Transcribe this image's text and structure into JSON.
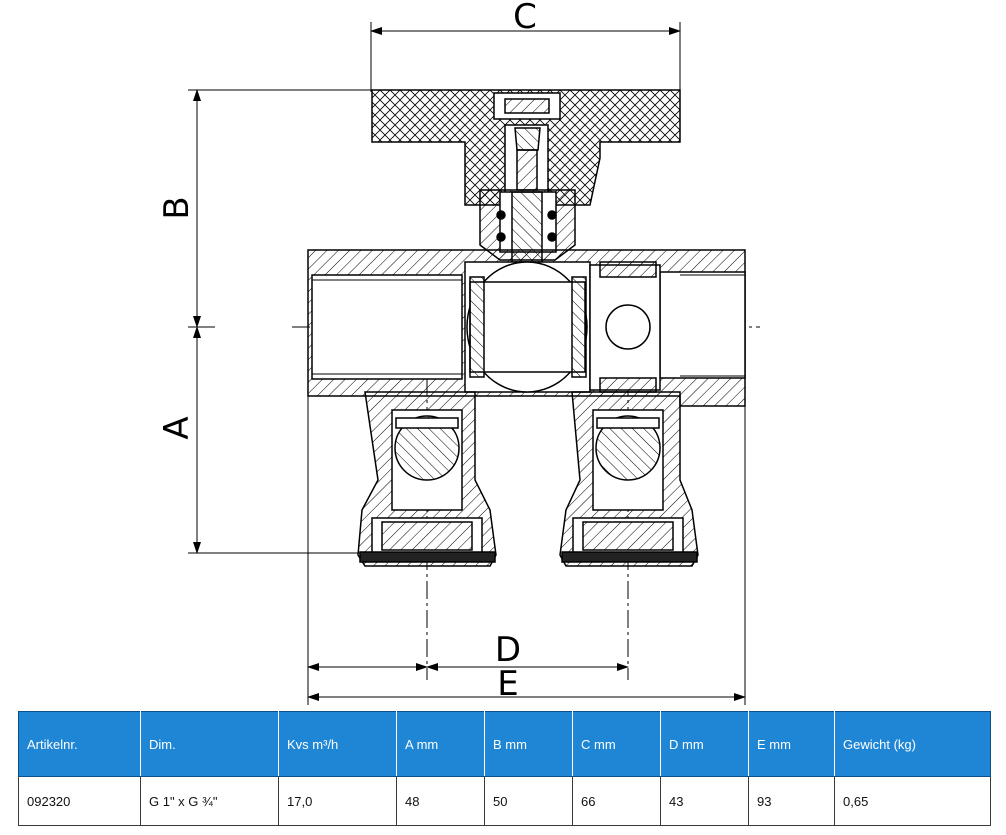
{
  "diagram": {
    "dimension_labels": {
      "a": "A",
      "b": "B",
      "c": "C",
      "d": "D",
      "e": "E"
    }
  },
  "table": {
    "headers": [
      "Artikelnr.",
      "Dim.",
      "Kvs m³/h",
      "A mm",
      "B mm",
      "C mm",
      "D mm",
      "E mm",
      "Gewicht (kg)"
    ],
    "rows": [
      [
        "092320",
        "G 1\" x G ¾\"",
        "17,0",
        "48",
        "50",
        "66",
        "43",
        "93",
        "0,65"
      ]
    ]
  },
  "colors": {
    "header_bg": "#1f86d6",
    "header_text": "#ffffff",
    "line": "#000000"
  }
}
